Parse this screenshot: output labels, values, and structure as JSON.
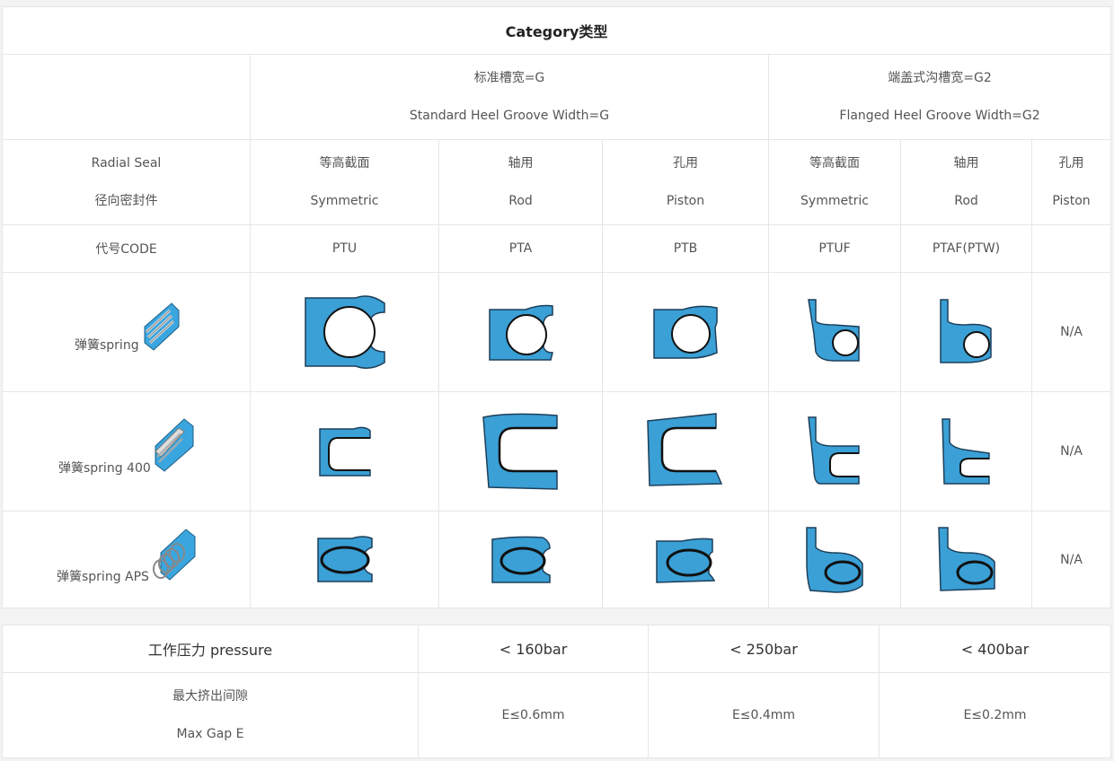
{
  "title": "Category类型",
  "groups": [
    {
      "line1": "标准槽宽=G",
      "line2": "Standard Heel Groove Width=G"
    },
    {
      "line1": "端盖式沟槽宽=G2",
      "line2": "Flanged Heel Groove Width=G2"
    }
  ],
  "radial_seal": {
    "en": "Radial Seal",
    "cn": "径向密封件"
  },
  "types": [
    {
      "cn": "等高截面",
      "en": "Symmetric"
    },
    {
      "cn": "轴用",
      "en": "Rod"
    },
    {
      "cn": "孔用",
      "en": "Piston"
    },
    {
      "cn": "等高截面",
      "en": "Symmetric"
    },
    {
      "cn": "轴用",
      "en": "Rod"
    },
    {
      "cn": "孔用",
      "en": "Piston"
    }
  ],
  "code_label": "代号CODE",
  "codes": [
    "PTU",
    "PTA",
    "PTB",
    "PTUF",
    "PTAF(PTW)",
    ""
  ],
  "springs": [
    {
      "label": "弹簧spring",
      "na": "N/A"
    },
    {
      "label": "弹簧spring 400",
      "na": "N/A"
    },
    {
      "label": "弹簧spring APS",
      "na": "N/A"
    }
  ],
  "pressure": {
    "label": "工作压力 pressure",
    "values": [
      "< 160bar",
      "< 250bar",
      "< 400bar"
    ]
  },
  "gap": {
    "cn": "最大挤出间隙",
    "en": "Max Gap E",
    "values": [
      "E≤0.6mm",
      "E≤0.4mm",
      "E≤0.2mm"
    ]
  },
  "colors": {
    "seal_blue": "#3aa0d6",
    "seal_outline": "#1d3f5a",
    "spring_blue": "#3aa6e0"
  }
}
